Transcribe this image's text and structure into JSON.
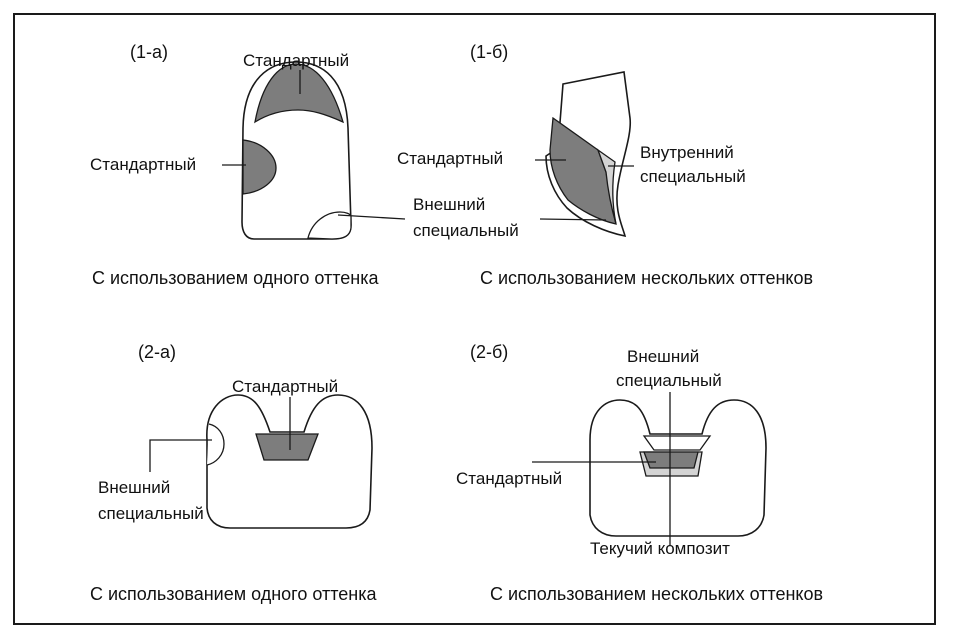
{
  "panels": [
    {
      "tag": "(1-а)",
      "labels": {
        "top_standard": "Стандартный",
        "left_standard": "Стандартный",
        "outer_special": "Внешний специальный",
        "outer_special_line1": "Внешний",
        "outer_special_line2": "специальный"
      },
      "caption": "С использованием одного оттенка"
    },
    {
      "tag": "(1-б)",
      "labels": {
        "standard": "Стандартный",
        "inner_special_line1": "Внутренний",
        "inner_special_line2": "специальный"
      },
      "caption": "С использованием нескольких оттенков"
    },
    {
      "tag": "(2-а)",
      "labels": {
        "standard": "Стандартный",
        "outer_special_line1": "Внешний",
        "outer_special_line2": "специальный"
      },
      "caption": "С использованием одного оттенка"
    },
    {
      "tag": "(2-б)",
      "labels": {
        "outer_special_line1": "Внешний",
        "outer_special_line2": "специальный",
        "standard": "Стандартный",
        "flowable": "Текучий композит"
      },
      "caption": "С использованием нескольких оттенков"
    }
  ],
  "colors": {
    "standard_fill": "#7d7d7d",
    "inner_special_fill": "#d4d4d4",
    "outline": "#1a1a1a"
  }
}
